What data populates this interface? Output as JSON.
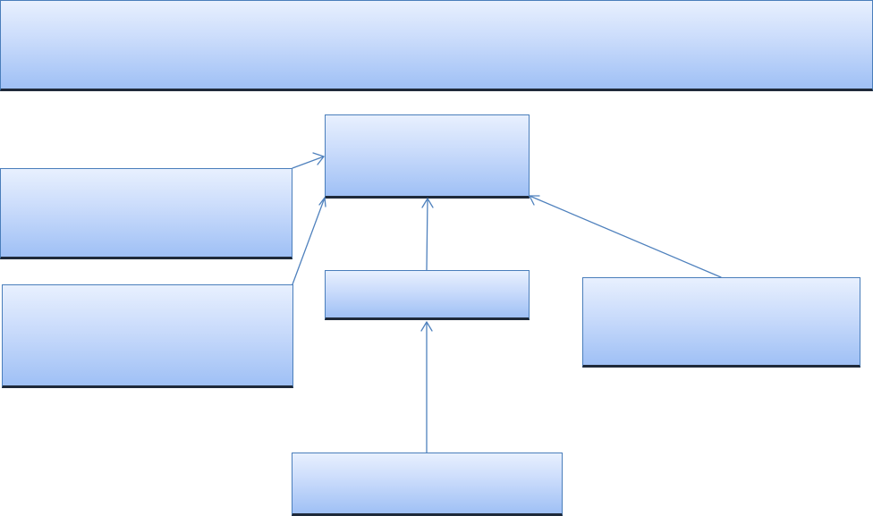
{
  "diagram": {
    "colors": {
      "box_fill_top": "#e8f0fe",
      "box_fill_bottom": "#9fc0f5",
      "box_border": "#4a7ebb",
      "box_shadow_edge": "#1f2a3a",
      "connector": "#4f81bd"
    },
    "boxes": {
      "banner": {
        "label": ""
      },
      "core": {
        "label": ""
      },
      "left_upper": {
        "label": ""
      },
      "left_lower": {
        "label": ""
      },
      "middle": {
        "label": ""
      },
      "right": {
        "label": ""
      },
      "bottom": {
        "label": ""
      }
    },
    "connections": [
      {
        "from": "left_upper",
        "to": "core",
        "arrow": "open"
      },
      {
        "from": "left_lower",
        "to": "core",
        "arrow": "open"
      },
      {
        "from": "middle",
        "to": "core",
        "arrow": "open"
      },
      {
        "from": "right",
        "to": "core",
        "arrow": "open"
      },
      {
        "from": "bottom",
        "to": "middle",
        "arrow": "open"
      }
    ]
  }
}
